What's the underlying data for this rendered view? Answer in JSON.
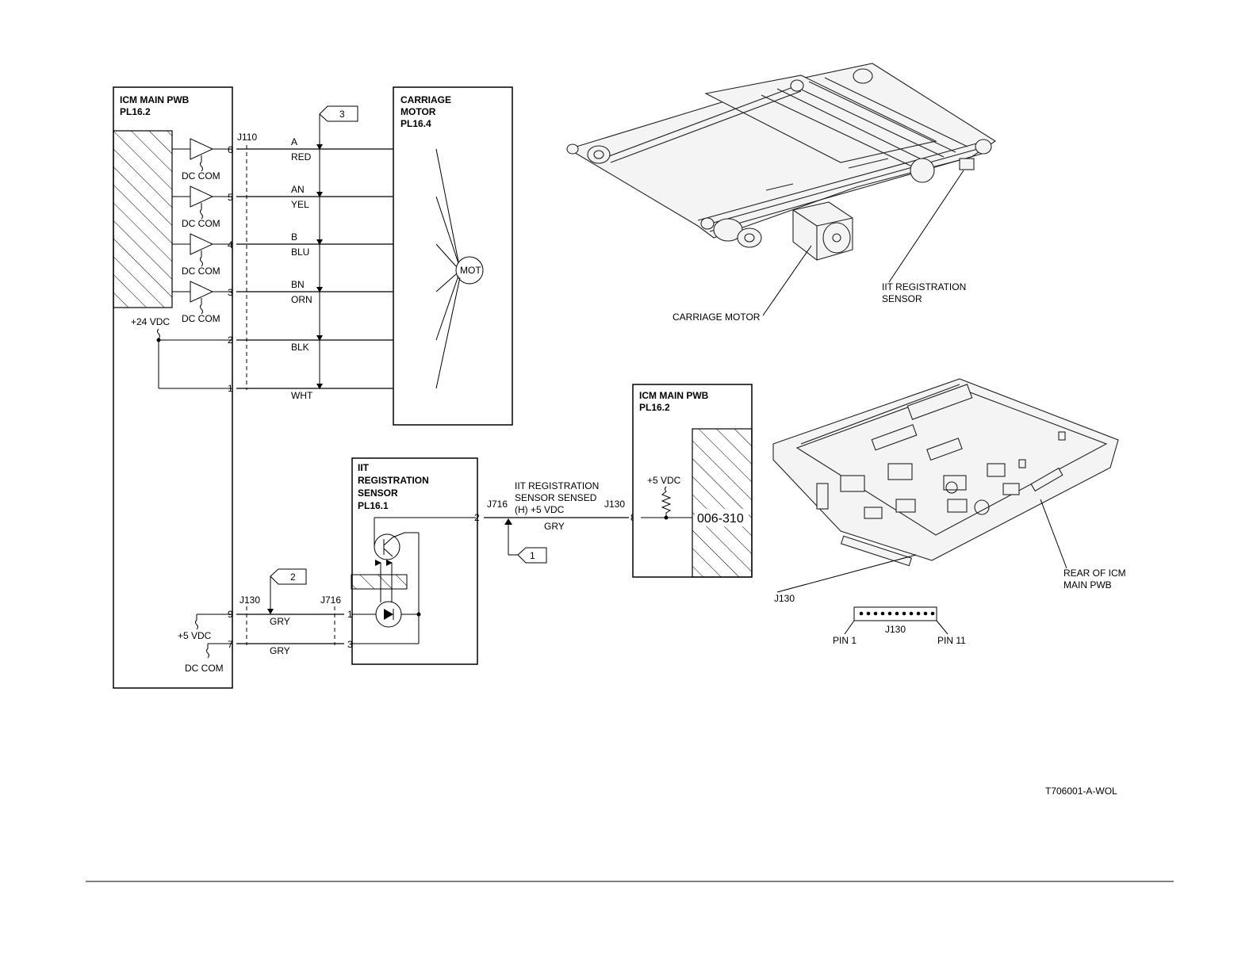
{
  "icm_box": {
    "title_line1": "ICM MAIN PWB",
    "title_line2": "PL16.2"
  },
  "motor_box": {
    "title_line1": "CARRIAGE",
    "title_line2": "MOTOR",
    "title_line3": "PL16.4",
    "mot_label": "MOT"
  },
  "j110_label": "J110",
  "dc_com": "DC COM",
  "plus24": "+24 VDC",
  "motor_pins": [
    {
      "pin": "6",
      "signal": "A",
      "color": "RED"
    },
    {
      "pin": "5",
      "signal": "AN",
      "color": "YEL"
    },
    {
      "pin": "4",
      "signal": "B",
      "color": "BLU"
    },
    {
      "pin": "3",
      "signal": "BN",
      "color": "ORN"
    },
    {
      "pin": "2",
      "signal": "",
      "color": "BLK"
    },
    {
      "pin": "1",
      "signal": "",
      "color": "WHT"
    }
  ],
  "flags": {
    "f1": "1",
    "f2": "2",
    "f3": "3"
  },
  "sensor_box": {
    "title_line1": "IIT",
    "title_line2": "REGISTRATION",
    "title_line3": "SENSOR",
    "title_line4": "PL16.1"
  },
  "sensor_signal": {
    "j716": "J716",
    "pin2": "2",
    "line1": "IIT REGISTRATION",
    "line2": "SENSOR SENSED",
    "line3": "(H) +5 VDC",
    "wire": "GRY",
    "j130": "J130",
    "pin8": "8"
  },
  "icm_box2": {
    "title_line1": "ICM MAIN PWB",
    "title_line2": "PL16.2",
    "plus5": "+5 VDC",
    "code": "006-310"
  },
  "lower_pins": {
    "j130": "J130",
    "j716": "J716",
    "pin9": "9",
    "pin7": "7",
    "pin1": "1",
    "pin3": "3",
    "wire9": "GRY",
    "wire7": "GRY",
    "plus5": "+5 VDC",
    "dc_com": "DC COM"
  },
  "illustration_labels": {
    "carriage_motor": "CARRIAGE MOTOR",
    "iit_sensor_line1": "IIT REGISTRATION",
    "iit_sensor_line2": "SENSOR",
    "rear_line1": "REAR OF ICM",
    "rear_line2": "MAIN PWB",
    "j130": "J130",
    "conn_j130": "J130",
    "pin1": "PIN 1",
    "pin11": "PIN 11"
  },
  "figure_id": "T706001-A-WOL"
}
